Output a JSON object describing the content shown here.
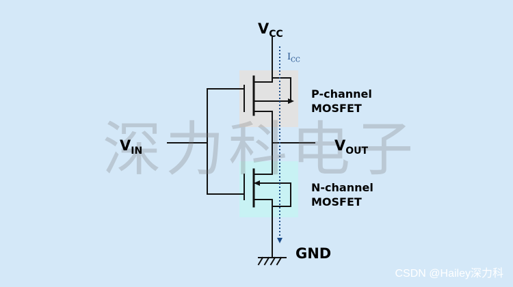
{
  "labels": {
    "vcc_main": "V",
    "vcc_sub": "CC",
    "icc_main": "I",
    "icc_sub": "CC",
    "vin_main": "V",
    "vin_sub": "IN",
    "vout_main": "V",
    "vout_sub": "OUT",
    "gnd": "GND",
    "pmos_line1": "P-channel",
    "pmos_line2": "MOSFET",
    "nmos_line1": "N-channel",
    "nmos_line2": "MOSFET"
  },
  "watermark": "深力科电子",
  "credit": "CSDN @Hailey深力科",
  "colors": {
    "background": "#d4e8f8",
    "pmos_box": "#e2e2e2",
    "nmos_box": "#c8f2f4",
    "current_arrow": "#1a4a88"
  }
}
